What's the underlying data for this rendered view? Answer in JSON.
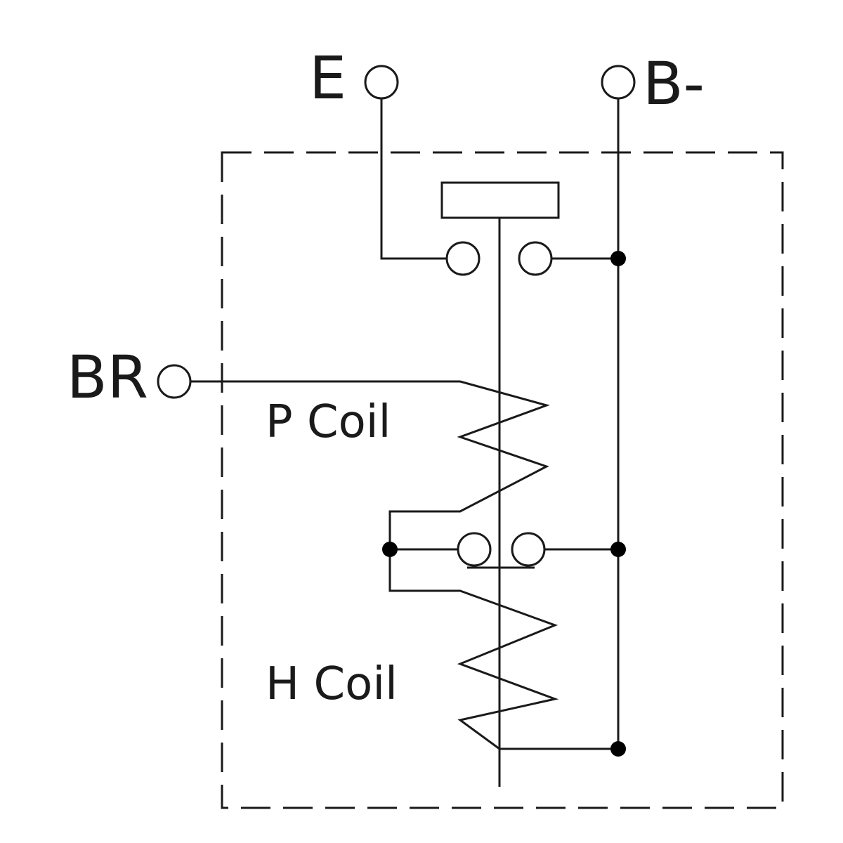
{
  "terminals": {
    "e": "E",
    "b_minus": "B-",
    "br": "BR"
  },
  "coils": {
    "p_coil": "P Coil",
    "h_coil": "H Coil"
  },
  "colors": {
    "line": "#1a1a1a",
    "background": "#ffffff"
  }
}
